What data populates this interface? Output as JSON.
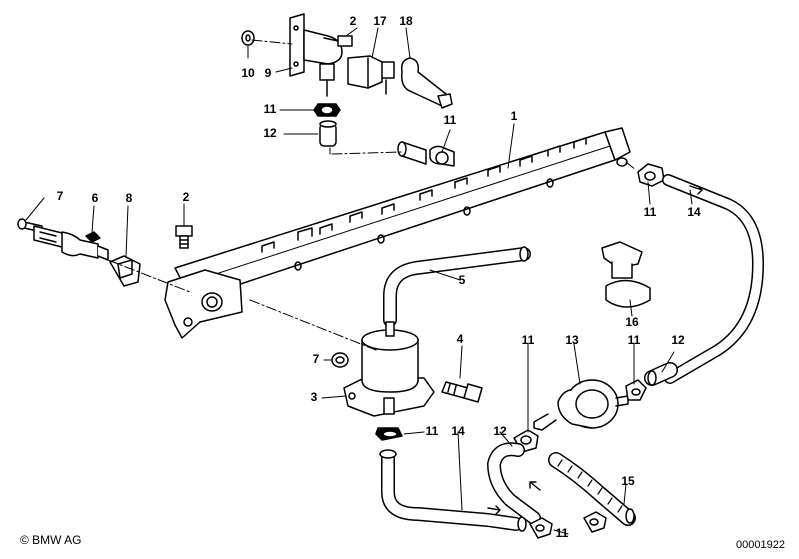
{
  "labels": {
    "p1": "1",
    "p2a": "2",
    "p2b": "2",
    "p3": "3",
    "p4": "4",
    "p5": "5",
    "p6": "6",
    "p7a": "7",
    "p7b": "7",
    "p8": "8",
    "p9": "9",
    "p10": "10",
    "p11a": "11",
    "p11b": "11",
    "p11c": "11",
    "p11d": "11",
    "p11e": "11",
    "p11f": "11",
    "p11g": "11",
    "p12a": "12",
    "p12b": "12",
    "p12c": "12",
    "p13": "13",
    "p14a": "14",
    "p14b": "14",
    "p15": "15",
    "p16": "16",
    "p17": "17",
    "p18": "18"
  },
  "footer": {
    "copyright": "© BMW AG",
    "doc_number": "00001922"
  }
}
